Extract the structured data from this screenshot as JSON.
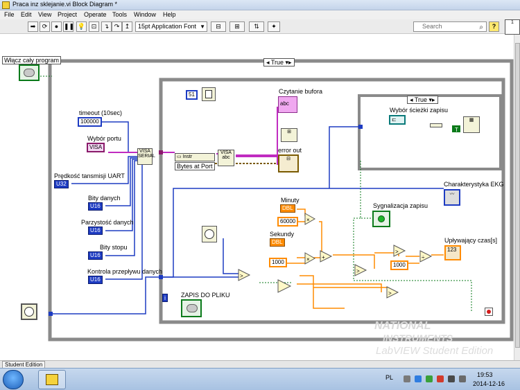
{
  "window": {
    "title": "Praca inz sklejanie.vi Block Diagram *"
  },
  "menu": {
    "items": [
      "File",
      "Edit",
      "View",
      "Project",
      "Operate",
      "Tools",
      "Window",
      "Help"
    ]
  },
  "toolbar": {
    "font": "15pt Application Font",
    "search_placeholder": "Search",
    "help_label": "?"
  },
  "diagram": {
    "main_switch_label": "Włącz cały program",
    "case_outer": "True",
    "case_inner": "True",
    "timeout_label": "timeout (10sec)",
    "timeout_value": "100000",
    "port_label": "Wybór portu",
    "port_tag": "VISA",
    "baud_label": "Prędkość tansmisji UART",
    "baud_tag": "U32",
    "data_bits_label": "Bity danych",
    "data_bits_tag": "U16",
    "parity_label": "Parzystość danych",
    "parity_tag": "U16",
    "stop_bits_label": "Bity stopu",
    "stop_bits_tag": "U16",
    "flow_label": "Kontrola przepływu danych",
    "flow_tag": "U16",
    "const_51": "51",
    "instr_label": "Instr",
    "bytes_at_port": "Bytes at Port",
    "read_buffer_label": "Czytanie bufora",
    "read_buffer_tag": "abc",
    "error_out_label": "error out",
    "path_label": "Wybór ścieżki zapisu",
    "ekg_label": "Charakterystyka EKG",
    "minutes_label": "Minuty",
    "minutes_tag": "DBL",
    "const_60000": "60000",
    "seconds_label": "Sekundy",
    "seconds_tag": "DBL",
    "const_1000_a": "1000",
    "const_1000_b": "1000",
    "signal_label": "Sygnalizacja zapisu",
    "elapsed_label": "Upływający czas[s]",
    "elapsed_tag": "123",
    "save_label": "ZAPIS DO PLIKU",
    "iteration_tag": "i"
  },
  "watermark": {
    "line1": "NATIONAL",
    "line2": "INSTRUMENTS",
    "line3": "LabVIEW Student Edition"
  },
  "status": {
    "student_edition": "Student Edition"
  },
  "taskbar": {
    "lang": "PL",
    "time": "19:53",
    "date": "2014-12-16"
  },
  "colors": {
    "wire_blue": "#1d3bc2",
    "wire_orange": "#ff8b00",
    "wire_pink": "#c02bc0",
    "wire_green": "#0a7a1a",
    "loop_gray": "#8a8a8a"
  }
}
